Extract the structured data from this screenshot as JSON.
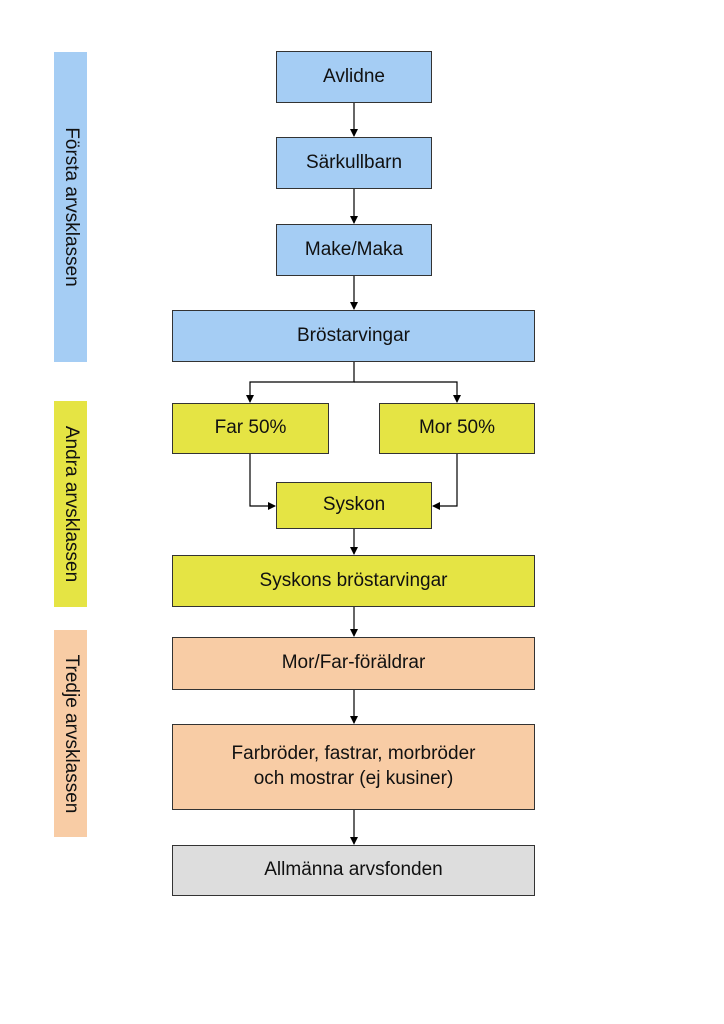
{
  "colors": {
    "blue": "#a5cdf4",
    "yellow": "#e5e444",
    "peach": "#f8cca5",
    "gray": "#dddddd"
  },
  "bands": {
    "first": "Första arvsklassen",
    "second": "Andra arvsklassen",
    "third": "Tredje arvsklassen"
  },
  "nodes": {
    "avlidne": "Avlidne",
    "sarkullbarn": "Särkullbarn",
    "make_maka": "Make/Maka",
    "brostarvingar": "Bröstarvingar",
    "far": "Far 50%",
    "mor": "Mor 50%",
    "syskon": "Syskon",
    "syskons_brostarvingar": "Syskons bröstarvingar",
    "mor_far_foraldrar": "Mor/Far-föräldrar",
    "farbroder": "Farbröder, fastrar, morbröder\noch mostrar (ej kusiner)",
    "allmanna": "Allmänna arvsfonden"
  }
}
